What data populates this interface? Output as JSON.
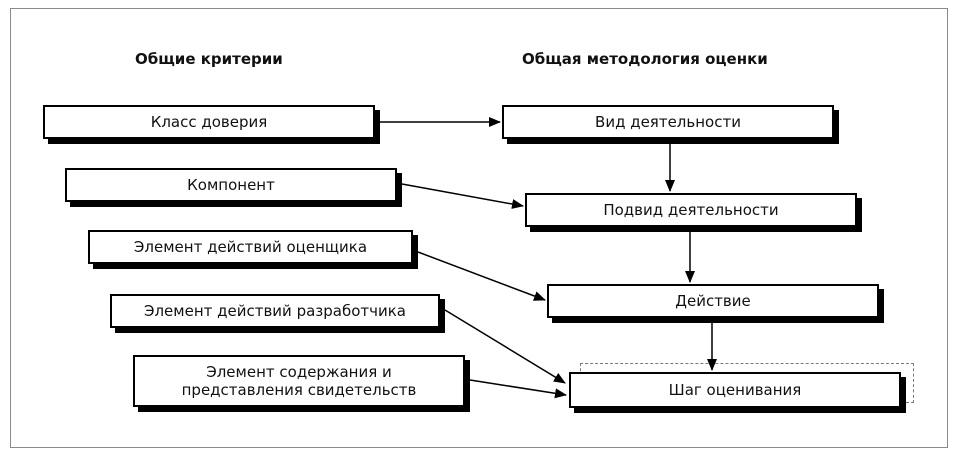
{
  "headings": {
    "left": "Общие критерии",
    "right": "Общая методология оценки"
  },
  "left_boxes": [
    {
      "id": "class",
      "text": "Класс доверия"
    },
    {
      "id": "component",
      "text": "Компонент"
    },
    {
      "id": "evaluator",
      "text": "Элемент действий оценщика"
    },
    {
      "id": "developer",
      "text": "Элемент действий разработчика"
    },
    {
      "id": "content",
      "text": "Элемент содержания и представления свидетельств"
    }
  ],
  "right_boxes": [
    {
      "id": "activity",
      "text": "Вид деятельности"
    },
    {
      "id": "subactivity",
      "text": "Подвид деятельности"
    },
    {
      "id": "action",
      "text": "Действие"
    },
    {
      "id": "step",
      "text": "Шаг оценивания"
    }
  ],
  "colors": {
    "line": "#000000",
    "frame": "#8a8a8a",
    "dashed": "#7a7a7a"
  }
}
